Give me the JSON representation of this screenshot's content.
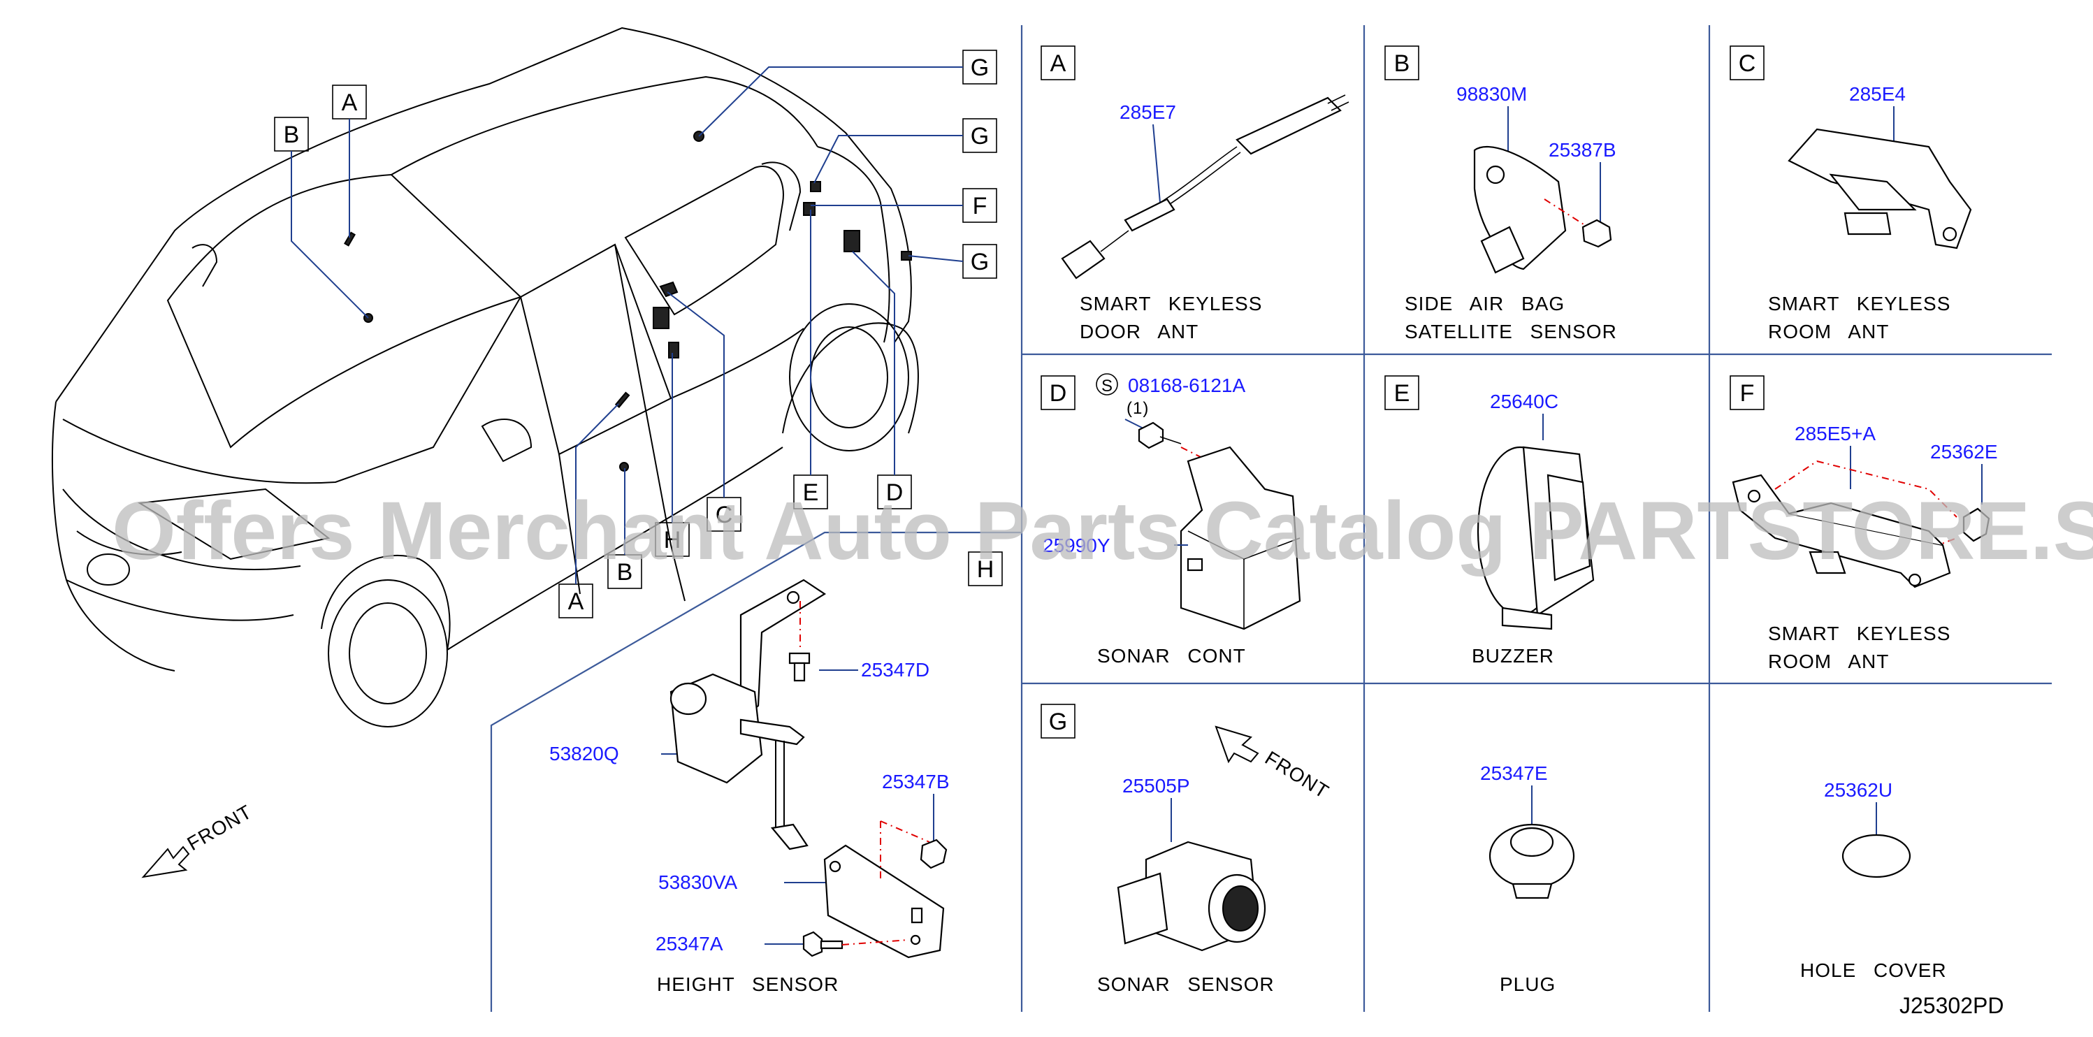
{
  "callouts": {
    "G": "G",
    "F": "F",
    "A": "A",
    "B": "B",
    "C": "C",
    "D": "D",
    "E": "E",
    "H": "H"
  },
  "panels": {
    "A": {
      "letter": "A",
      "part": "285E7",
      "caption1": "SMART KEYLESS",
      "caption2": "DOOR ANT"
    },
    "B": {
      "letter": "B",
      "part1": "98830M",
      "part2": "25387B",
      "caption1": "SIDE AIR BAG",
      "caption2": "SATELLITE SENSOR"
    },
    "C": {
      "letter": "C",
      "part": "285E4",
      "caption1": "SMART KEYLESS",
      "caption2": "ROOM ANT"
    },
    "D": {
      "letter": "D",
      "screw_symbol": "S",
      "part1": "08168-6121A",
      "qty": "(1)",
      "part2": "25990Y",
      "caption1": "SONAR CONT"
    },
    "E": {
      "letter": "E",
      "part": "25640C",
      "caption1": "BUZZER"
    },
    "F": {
      "letter": "F",
      "part1": "285E5+A",
      "part2": "25362E",
      "caption1": "SMART KEYLESS",
      "caption2": "ROOM ANT"
    },
    "G": {
      "letter": "G",
      "part": "25505P",
      "front": "FRONT",
      "caption1": "SONAR SENSOR"
    },
    "plug": {
      "part": "25347E",
      "caption1": "PLUG"
    },
    "hole": {
      "part": "25362U",
      "caption1": "HOLE COVER"
    },
    "H": {
      "letter": "H",
      "part1": "25347D",
      "part2": "53820Q",
      "part3": "25347B",
      "part4": "53830VA",
      "part5": "25347A",
      "caption1": "HEIGHT SENSOR"
    }
  },
  "front_label": "FRONT",
  "watermark": "Offers Merchant Auto Parts Catalog PARTSTORE.SA",
  "diagram_code": "J25302PD",
  "colors": {
    "part_number": "#1a1aff",
    "grid": "#3c5a9a",
    "dash": "#e00000",
    "watermark": "#bdbdbd"
  }
}
